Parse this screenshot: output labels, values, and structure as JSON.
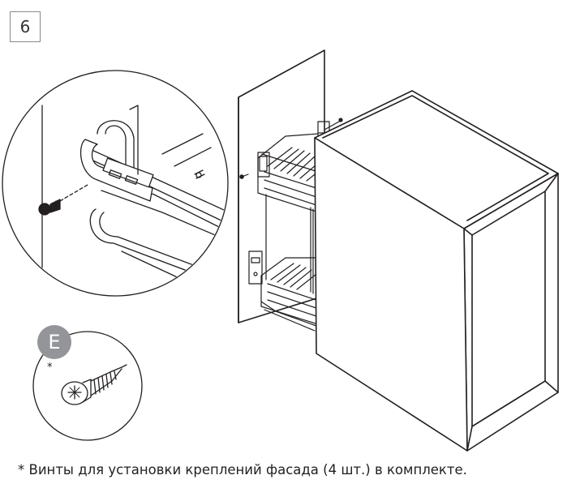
{
  "step": {
    "number": "6"
  },
  "part": {
    "letter": "E",
    "asterisk": "*"
  },
  "footnote": {
    "text": "* Винты для установки креплений фасада (4 шт.) в комплекте."
  },
  "colors": {
    "line": "#231f20",
    "badge": "#939598",
    "frame": "#8a8a8a"
  },
  "icons": [
    "screw-icon",
    "cabinet-illustration",
    "wire-basket-illustration"
  ]
}
